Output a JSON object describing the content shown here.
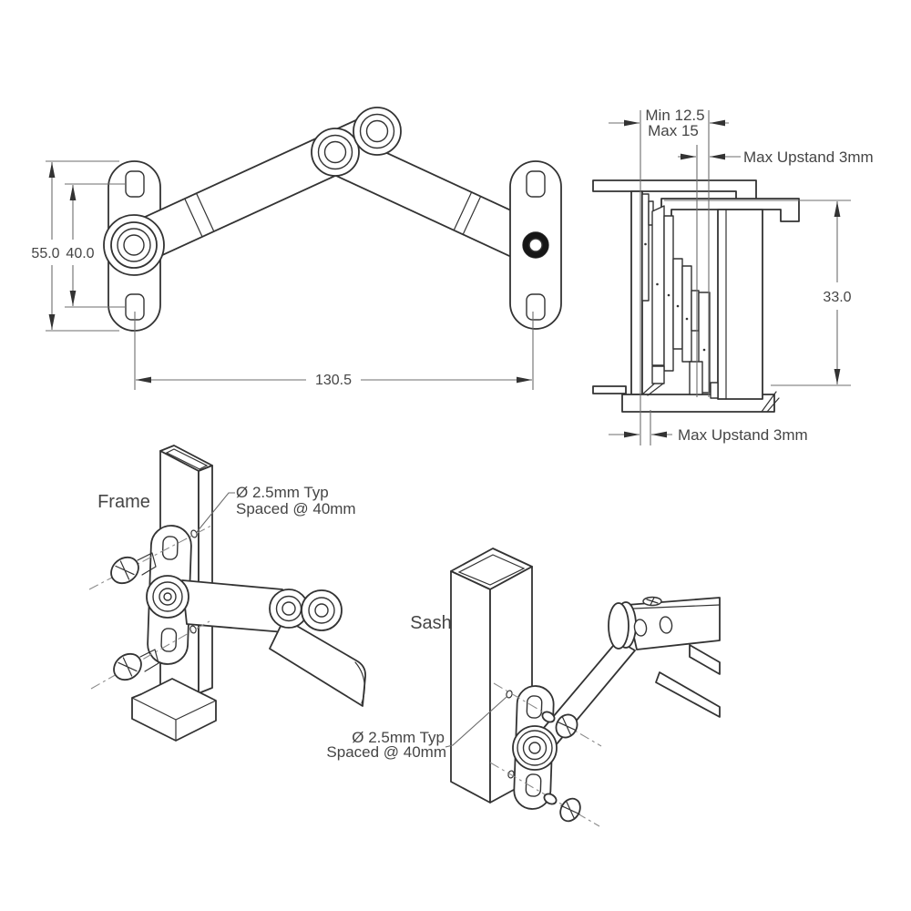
{
  "front_view": {
    "height_outer": "55.0",
    "height_slots": "40.0",
    "width": "130.5"
  },
  "section_view": {
    "depth_min": "Min 12.5",
    "depth_max": "Max 15",
    "upstand_top": "Max Upstand 3mm",
    "height": "33.0",
    "upstand_bottom": "Max Upstand 3mm"
  },
  "frame_view": {
    "label": "Frame",
    "note1": "Ø 2.5mm Typ",
    "note2": "Spaced @ 40mm"
  },
  "sash_view": {
    "label": "Sash",
    "note1": "Ø 2.5mm Typ",
    "note2": "Spaced @ 40mm"
  },
  "colors": {
    "line": "#333333",
    "dim": "#6d6d6d",
    "text": "#454545",
    "background": "#ffffff"
  }
}
